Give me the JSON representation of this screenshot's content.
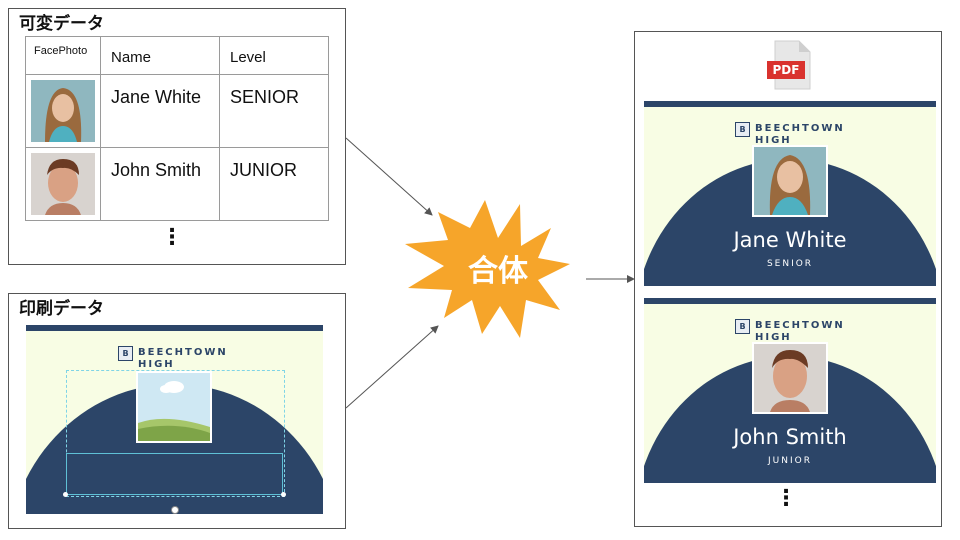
{
  "variable_data": {
    "title": "可変データ",
    "columns": [
      "FacePhoto",
      "Name",
      "Level"
    ],
    "rows": [
      {
        "name": "Jane White",
        "level": "SENIOR"
      },
      {
        "name": "John Smith",
        "level": "JUNIOR"
      }
    ],
    "continuation": "⋮"
  },
  "print_data": {
    "title": "印刷データ",
    "logo_text": "BEECHTOWN HIGH",
    "logo_letter": "B"
  },
  "merge": {
    "label": "合体"
  },
  "output": {
    "pdf_label": "PDF",
    "badges": [
      {
        "name": "Jane White",
        "level": "SENIOR"
      },
      {
        "name": "John Smith",
        "level": "JUNIOR"
      }
    ],
    "continuation": "⋮"
  },
  "colors": {
    "navy": "#2c4568",
    "cream": "#f8fde4",
    "star": "#f6a52a",
    "pdf_red": "#d9322e"
  }
}
